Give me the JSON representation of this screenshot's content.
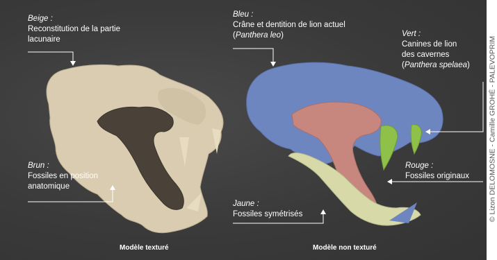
{
  "labels": {
    "beige": {
      "key": "Beige :",
      "text1": "Reconstitution de la partie",
      "text2": "lacunaire"
    },
    "brun": {
      "key": "Brun :",
      "text1": "Fossiles en position",
      "text2": "anatomique"
    },
    "bleu": {
      "key": "Bleu :",
      "text1": "Crâne et dentition de lion actuel",
      "text2_prefix": "(",
      "text2_italic": "Panthera leo",
      "text2_suffix": ")"
    },
    "vert": {
      "key": "Vert :",
      "text1": "Canines de lion",
      "text2": "des cavernes",
      "text3_prefix": "(",
      "text3_italic": "Panthera spelaea",
      "text3_suffix": ")"
    },
    "rouge": {
      "key": "Rouge :",
      "text1": "Fossiles originaux"
    },
    "jaune": {
      "key": "Jaune :",
      "text1": "Fossiles symétrisés"
    }
  },
  "captions": {
    "left": "Modèle texturé",
    "right": "Modèle non texturé"
  },
  "credit": "© Lizon DELOMOSNE - Camille GROHÉ - PALEVOPRIM",
  "colors": {
    "background": "#3a3a3a",
    "beige": "#d9ccb0",
    "brun": "#4a4238",
    "bleu": "#6e86c0",
    "vert": "#8ec04a",
    "rouge": "#c7877e",
    "jaune": "#d7d9a8"
  }
}
